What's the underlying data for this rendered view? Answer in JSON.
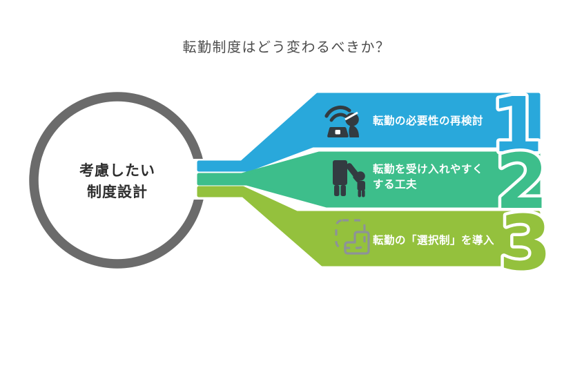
{
  "title": {
    "text": "転勤制度はどう変わるべきか？"
  },
  "hub": {
    "label_line1": "考慮したい",
    "label_line2": "制度設計",
    "border_color": "#6b6b6b"
  },
  "steps": [
    {
      "number": "1",
      "color": "#29a8db",
      "icon": "remote-work-icon",
      "lines": [
        "転勤の必要性の再検討",
        ""
      ]
    },
    {
      "number": "2",
      "color": "#3dbe8b",
      "icon": "parent-child-icon",
      "lines": [
        "転勤を受け入れやすく",
        "する工夫"
      ]
    },
    {
      "number": "3",
      "color": "#94c13d",
      "icon": "selection-icon",
      "lines": [
        "転勤の「選択制」を導入",
        ""
      ]
    }
  ],
  "colors": {
    "background": "#ffffff",
    "title_text": "#4d4d4d",
    "hub_text": "#2e2e2e",
    "banner_text": "#ffffff",
    "icon_dark": "#333b41",
    "icon_gray": "#8d9298",
    "step1_blue": "#29a8db",
    "step2_green": "#3dbe8b",
    "step3_lime": "#94c13d"
  }
}
